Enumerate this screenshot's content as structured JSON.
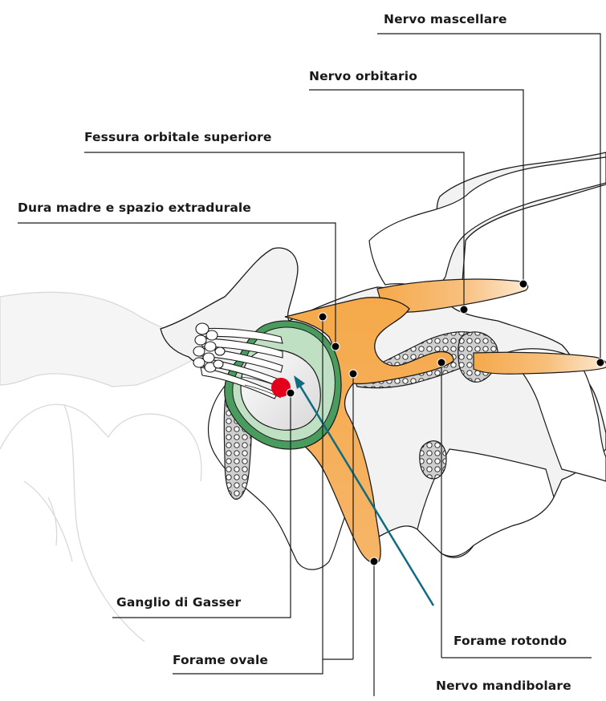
{
  "labels": {
    "nervo_mascellare": "Nervo mascellare",
    "nervo_orbitario": "Nervo orbitario",
    "fessura_orbitale_superiore": "Fessura orbitale superiore",
    "dura_madre": "Dura madre e spazio extradurale",
    "ganglio_gasser": "Ganglio di Gasser",
    "forame_ovale": "Forame ovale",
    "forame_rotondo": "Forame rotondo",
    "nervo_mandibolare": "Nervo mandibolare"
  },
  "colors": {
    "ganglion_orange": "#f5a94a",
    "dura_green": "#4a9b5e",
    "dura_light_green": "#bfe0c3",
    "target_red": "#e3001b",
    "needle_teal": "#0f6b80",
    "bone_gray": "#f2f2f2",
    "ghost_gray": "#d9d9d9"
  }
}
